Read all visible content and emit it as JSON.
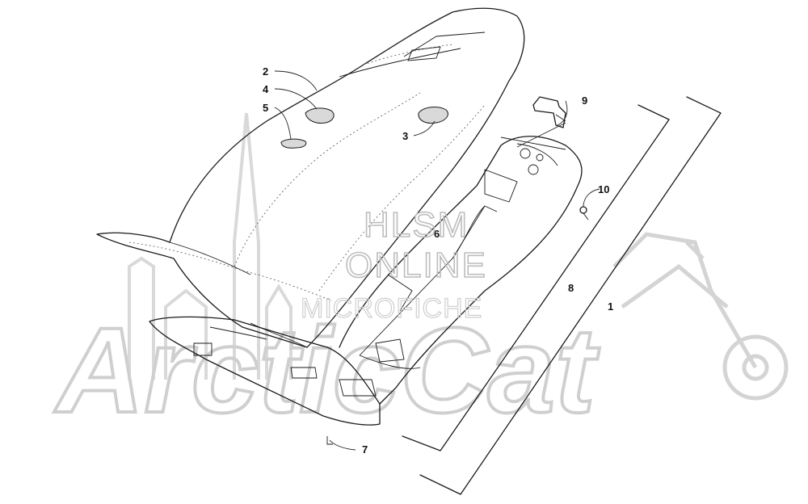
{
  "watermark": {
    "brand": "ArcticCat",
    "line1": "HLSM",
    "line2": "ONLINE",
    "line3": "MICROFICHE"
  },
  "callouts": [
    {
      "id": "c1",
      "label": "1"
    },
    {
      "id": "c2",
      "label": "2"
    },
    {
      "id": "c3",
      "label": "3"
    },
    {
      "id": "c4",
      "label": "4"
    },
    {
      "id": "c5",
      "label": "5"
    },
    {
      "id": "c6",
      "label": "6"
    },
    {
      "id": "c7",
      "label": "7"
    },
    {
      "id": "c8",
      "label": "8"
    },
    {
      "id": "c9",
      "label": "9"
    },
    {
      "id": "c10",
      "label": "10"
    }
  ]
}
